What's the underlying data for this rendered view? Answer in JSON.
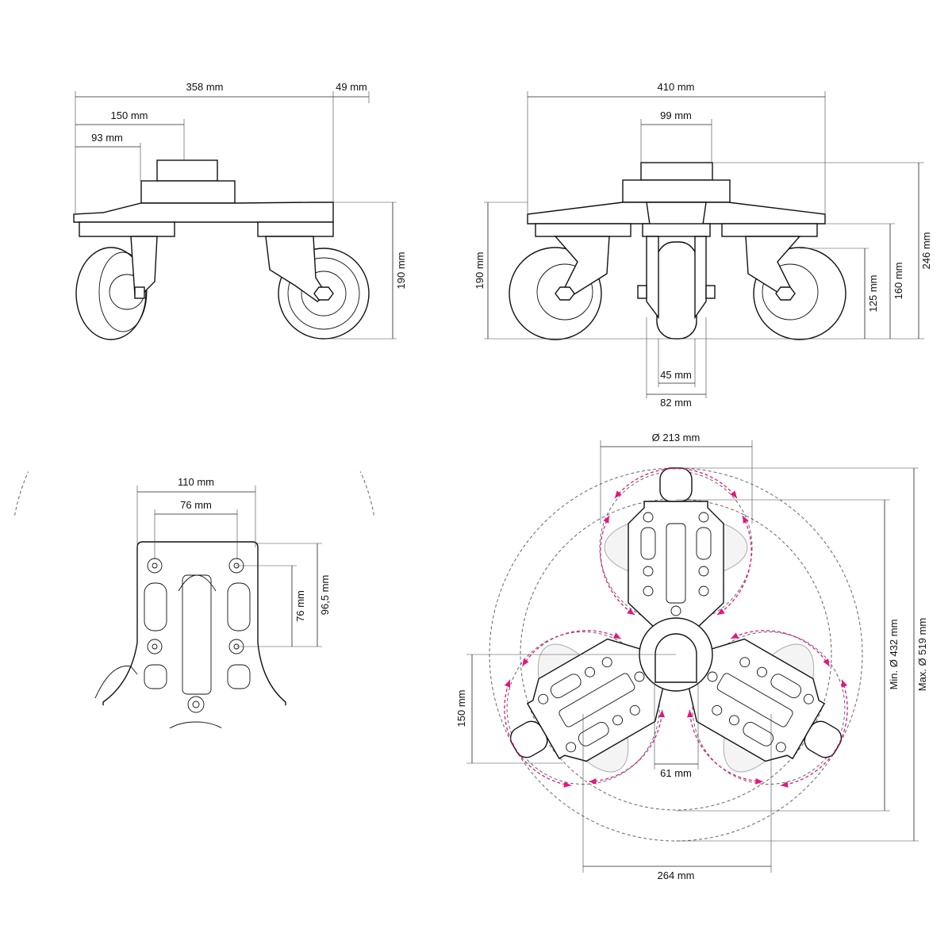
{
  "accent_color": "#e0177f",
  "side_view": {
    "width_total": "358 mm",
    "overhang": "49 mm",
    "hub_offset": "150 mm",
    "plate_offset": "93 mm",
    "height": "190 mm"
  },
  "front_view": {
    "width_total": "410 mm",
    "hub_width": "99 mm",
    "height_wheels": "190 mm",
    "height_total": "246 mm",
    "height_plate": "160 mm",
    "wheel_diameter": "125 mm",
    "wheel_width": "45 mm",
    "fork_width": "82 mm"
  },
  "detail_view": {
    "arm_width": "110 mm",
    "hole_spacing_h": "76 mm",
    "hole_spacing_v": "76 mm",
    "arm_length": "96,5 mm"
  },
  "top_view": {
    "wheel_circle": "Ø 213 mm",
    "min_diameter": "Min. Ø 432 mm",
    "max_diameter": "Max. Ø 519 mm",
    "arm_offset": "150 mm",
    "center_opening": "61 mm",
    "wheel_spacing": "264 mm"
  }
}
